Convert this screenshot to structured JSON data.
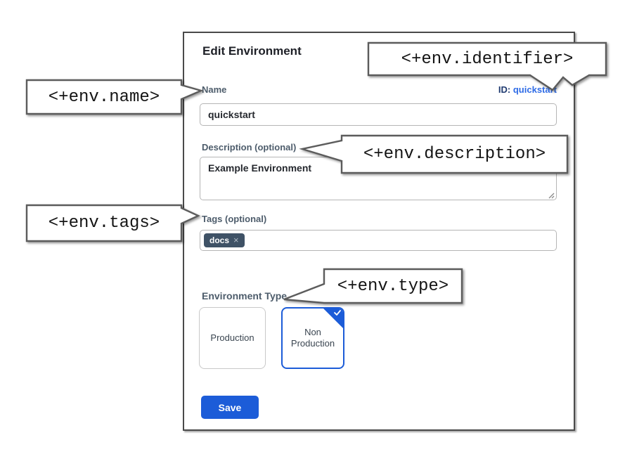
{
  "dialog": {
    "title": "Edit Environment",
    "id_label": "ID:",
    "id_value": "quickstart",
    "name": {
      "label": "Name",
      "value": "quickstart"
    },
    "description": {
      "label": "Description (optional)",
      "value": "Example Environment"
    },
    "tags": {
      "label": "Tags (optional)",
      "tag": "docs",
      "remove_icon": "×"
    },
    "environment_type": {
      "label": "Environment Type",
      "options": [
        {
          "label": "Production",
          "selected": false
        },
        {
          "label": "Non Production",
          "selected": true
        }
      ]
    },
    "save_label": "Save"
  },
  "callouts": {
    "name": "<+env.name>",
    "identifier": "<+env.identifier>",
    "description": "<+env.description>",
    "tags": "<+env.tags>",
    "type": "<+env.type>"
  },
  "colors": {
    "primary_blue": "#1c5cd8",
    "link_blue": "#2e6be6",
    "id_label_navy": "#1f3a70",
    "tag_bg": "#3f5266",
    "label_gray_blue": "#4d5c6b",
    "callout_border": "#5c5c5c",
    "dialog_border": "#4a4a4a"
  }
}
